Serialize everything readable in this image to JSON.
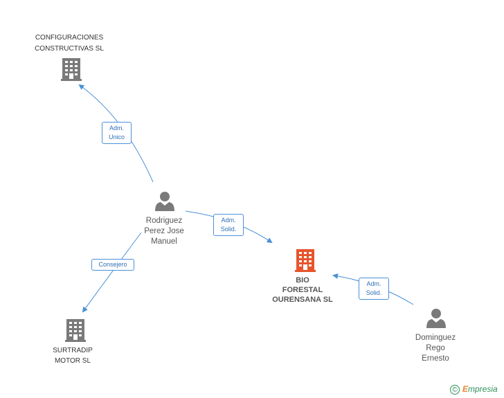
{
  "nodes": {
    "configuraciones": {
      "lines": [
        "CONFIGURACIONES",
        "CONSTRUCTIVAS SL"
      ],
      "kind": "company",
      "color": "#7a7a7a"
    },
    "bio_forestal": {
      "lines": [
        "BIO",
        "FORESTAL",
        "OURENSANA SL"
      ],
      "kind": "main-company",
      "color": "#e8542c"
    },
    "surtradip": {
      "lines": [
        "SURTRADIP",
        "MOTOR SL"
      ],
      "kind": "company",
      "color": "#7a7a7a"
    },
    "rodriguez": {
      "lines": [
        "Rodriguez",
        "Perez Jose",
        "Manuel"
      ],
      "kind": "person",
      "color": "#7a7a7a"
    },
    "dominguez": {
      "lines": [
        "Dominguez",
        "Rego",
        "Ernesto"
      ],
      "kind": "person",
      "color": "#7a7a7a"
    }
  },
  "edges": {
    "adm_unico": {
      "lines": [
        "Adm.",
        "Unico"
      ],
      "from": "rodriguez",
      "to": "configuraciones"
    },
    "adm_solid_1": {
      "lines": [
        "Adm.",
        "Solid."
      ],
      "from": "rodriguez",
      "to": "bio_forestal"
    },
    "consejero": {
      "lines": [
        "Consejero"
      ],
      "from": "rodriguez",
      "to": "surtradip"
    },
    "adm_solid_2": {
      "lines": [
        "Adm.",
        "Solid."
      ],
      "from": "dominguez",
      "to": "bio_forestal"
    }
  },
  "colors": {
    "edge": "#4a90d9",
    "company_icon": "#7a7a7a",
    "main_company_icon": "#e8542c",
    "person_icon": "#7a7a7a"
  },
  "footer": {
    "copyright_symbol": "©",
    "brand_initial": "E",
    "brand_rest": "mpresia"
  }
}
